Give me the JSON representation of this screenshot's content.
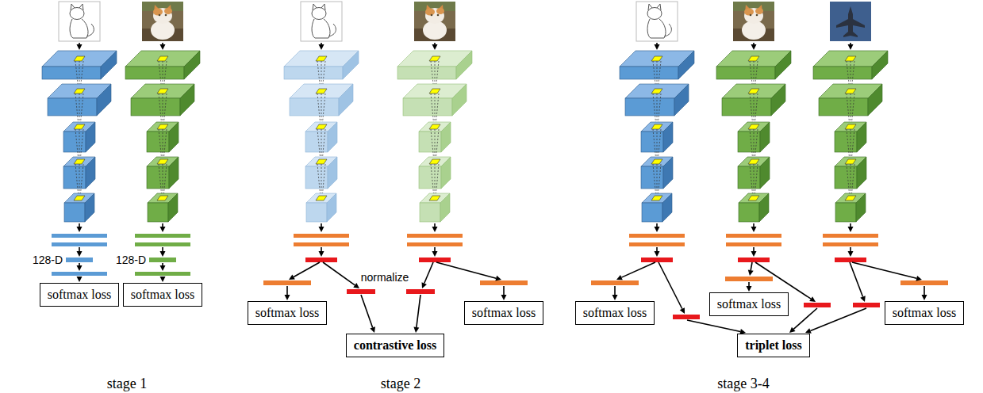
{
  "diagram": {
    "nodes": [
      {
        "text": [
          "softmax loss"
        ]
      },
      {
        "text": [
          "softmax loss"
        ]
      },
      {
        "text": [
          "softmax loss"
        ]
      },
      {
        "text": [
          "softmax loss"
        ]
      },
      {
        "text": [
          "contrastive loss"
        ]
      },
      {
        "text": [
          "softmax loss"
        ]
      },
      {
        "text": [
          "softmax loss"
        ]
      },
      {
        "text": [
          "softmax loss"
        ]
      },
      {
        "text": [
          "triplet loss"
        ]
      }
    ],
    "labels": [
      "128-D",
      "128-D",
      "normalize",
      "stage 1",
      "stage 2",
      "stage 3-4"
    ]
  }
}
